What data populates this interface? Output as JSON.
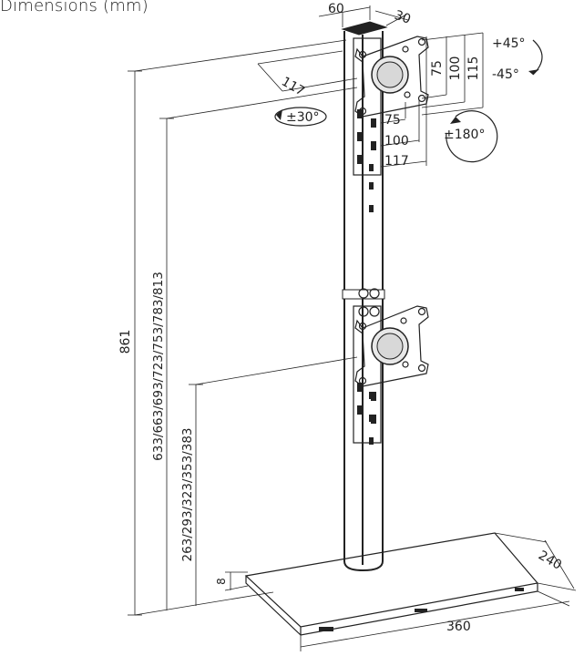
{
  "title": "Dimensions (mm)",
  "dimensions": {
    "pole_width": "60",
    "pole_depth": "30",
    "arm_offset": "117",
    "vesa_height_75": "75",
    "vesa_height_100": "100",
    "vesa_height_115": "115",
    "vesa_width_75": "75",
    "vesa_width_100": "100",
    "vesa_width_117": "117",
    "total_height": "861",
    "upper_mount_heights": "633/663/693/723/753/783/813",
    "lower_mount_heights": "263/293/323/353/383",
    "base_thickness": "8",
    "base_width": "360",
    "base_depth": "240"
  },
  "rotations": {
    "tilt_up": "+45°",
    "tilt_down": "-45°",
    "swivel": "±30°",
    "rotate": "±180°"
  }
}
